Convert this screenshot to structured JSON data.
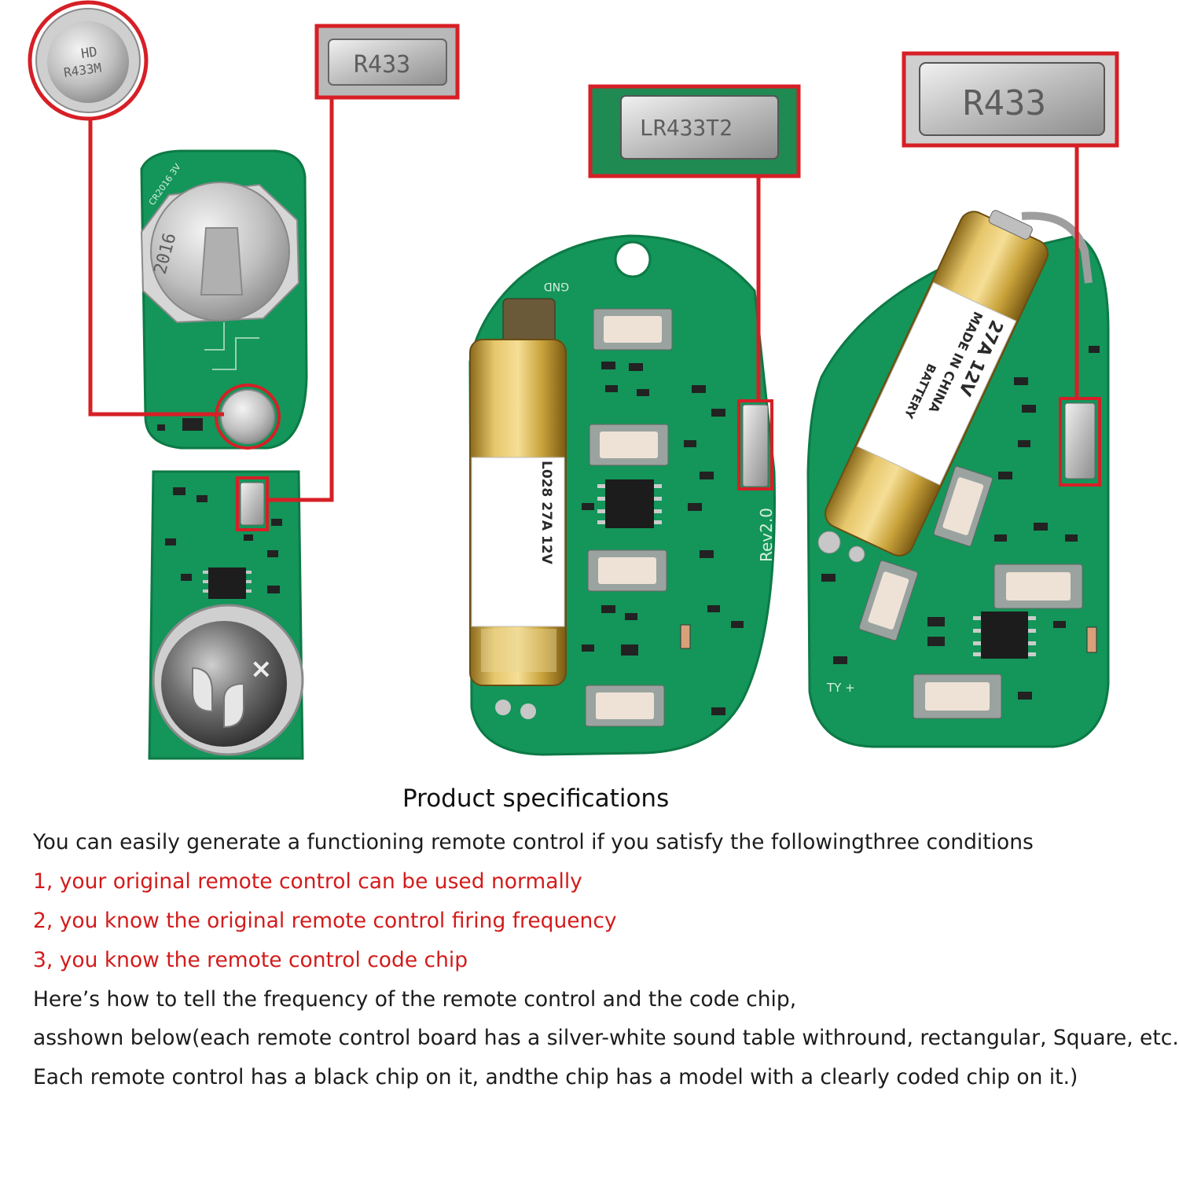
{
  "figure": {
    "callouts": {
      "round_resonator_top": "HD",
      "round_resonator_bottom": "R433M",
      "chip_left": "R433",
      "chip_middle": "LR433T2",
      "chip_right": "R433"
    },
    "board_left_top_label": "CR2016 3V",
    "coin_cell_text": "2016",
    "board_middle_labels": {
      "gnd": "GND",
      "rev": "Rev2.0",
      "battery_text": "L028 27A 12V"
    },
    "board_right_labels": {
      "battery_line1": "27A 12V",
      "battery_line2": "MADE IN CHINA",
      "battery_line3": "BATTERY",
      "ty": "TY +"
    },
    "colors": {
      "pcb": "#14955a",
      "pcb_dark": "#0d7a46",
      "highlight_box": "#d61f26",
      "battery_gold": "#c9a23a",
      "metal": "#c7c7c7"
    }
  },
  "specs": {
    "title": "Product specifications",
    "intro": "You can easily generate a functioning remote control if you satisfy the followingthree conditions",
    "conditions": [
      "1, your original remote control can be used normally",
      "2, you know the original remote control firing frequency",
      "3, you know the remote control code chip"
    ],
    "notes": [
      "Here’s how to tell the frequency of the remote control and the code chip,",
      "asshown below(each remote control board has a silver-white sound table withround, rectangular, Square, etc.).",
      "Each remote control has a black chip on it, andthe chip has a model with a clearly coded chip on it.)"
    ]
  }
}
